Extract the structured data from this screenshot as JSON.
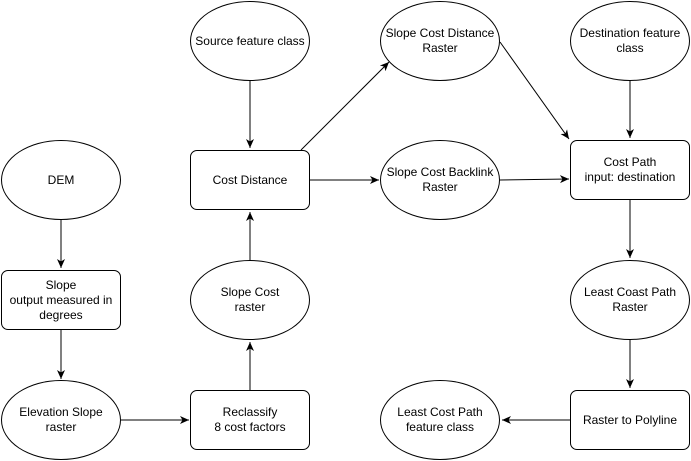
{
  "nodes": {
    "dem": "DEM",
    "slope": "Slope\noutput measured in\ndegrees",
    "elevation_slope_raster": "Elevation Slope raster",
    "reclassify": "Reclassify\n8 cost factors",
    "slope_cost_raster": "Slope Cost\nraster",
    "cost_distance": "Cost Distance",
    "source_feature_class": "Source feature class",
    "slope_cost_distance_raster": "Slope Cost Distance\nRaster",
    "slope_cost_backlink_raster": "Slope Cost Backlink\nRaster",
    "destination_feature_class": "Destination feature\nclass",
    "cost_path": "Cost Path\ninput: destination",
    "least_coast_path_raster": "Least Coast Path\nRaster",
    "raster_to_polyline": "Raster to Polyline",
    "least_cost_path_feature_class": "Least Cost Path\nfeature class"
  },
  "colors": {
    "stroke": "#000000",
    "fill": "#ffffff",
    "text": "#000000"
  }
}
